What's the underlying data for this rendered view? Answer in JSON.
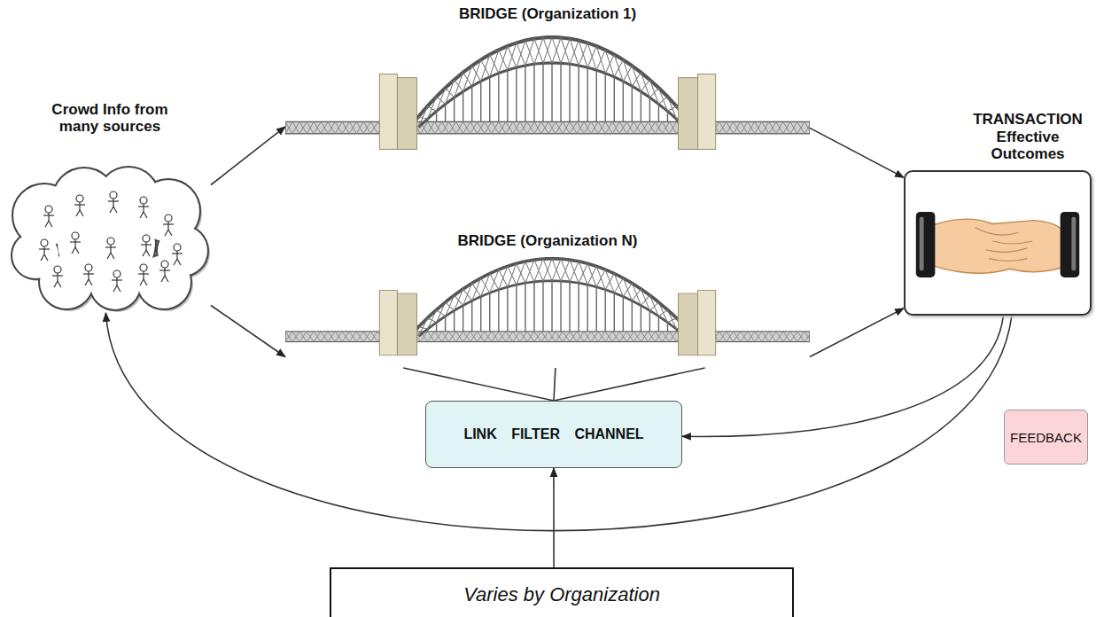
{
  "diagram": {
    "nodes": [
      {
        "text": [
          "Crowd Info from many sources"
        ]
      },
      {
        "text": [
          "BRIDGE (Organization 1)"
        ]
      },
      {
        "text": [
          "BRIDGE (Organization N)"
        ]
      },
      {
        "text": [
          "TRANSACTION Effective Outcomes"
        ]
      },
      {
        "text": [
          "LINK FILTER CHANNEL"
        ]
      },
      {
        "text": [
          "FEEDBACK"
        ]
      },
      {
        "text": [
          "Varies by Organization"
        ]
      }
    ],
    "edges": [
      {
        "from": 0,
        "to": 1,
        "arrow": "to"
      },
      {
        "from": 0,
        "to": 2,
        "arrow": "to"
      },
      {
        "from": 1,
        "to": 3,
        "arrow": "to"
      },
      {
        "from": 2,
        "to": 3,
        "arrow": "to"
      },
      {
        "from": 3,
        "to": 4,
        "arrow": "to"
      },
      {
        "from": 3,
        "to": 0,
        "arrow": "to"
      },
      {
        "from": 6,
        "to": 4,
        "arrow": "to"
      },
      {
        "from": 4,
        "to": 2,
        "arrow": "none"
      }
    ]
  }
}
